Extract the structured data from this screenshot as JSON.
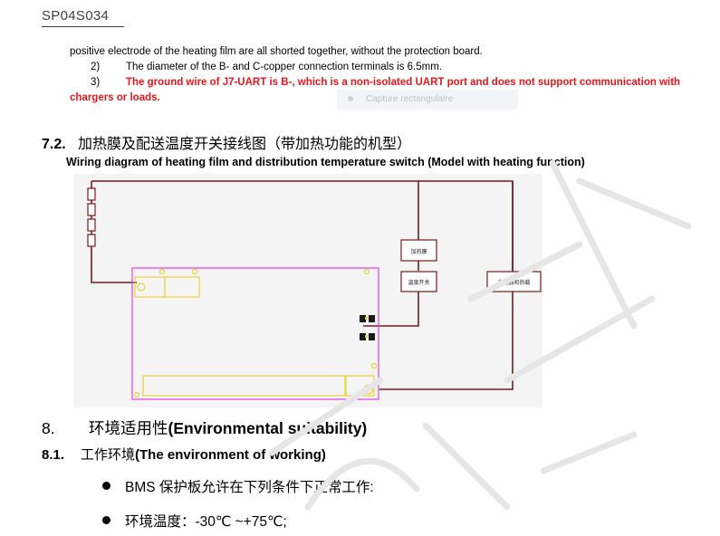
{
  "header": {
    "doc_id": "SP04S034"
  },
  "notes": {
    "line1": "positive electrode of the heating film are all shorted together, without the protection board.",
    "item2_num": "2)",
    "item2_text": "The diameter of the B- and C-copper connection terminals is 6.5mm.",
    "item3_num": "3)",
    "item3_text_a": "The ground wire of J7-UART is B-, which is a non-isolated UART port and does not support communication with",
    "item3_text_b": "chargers or loads."
  },
  "capture_popup": {
    "label": "Capture rectangulaire"
  },
  "section_7_2": {
    "number": "7.2.",
    "title_cn": "加热膜及配送温度开关接线图（带加热功能的机型）",
    "caption_en": "Wiring diagram of heating film and distribution temperature switch (Model with heating function)"
  },
  "diagram": {
    "box_heating_film": "加热膜",
    "box_temp_switch": "温度开关",
    "box_charger_heater": "充电器和热载"
  },
  "section_8": {
    "number": "8.",
    "title_cn": "环境适用性",
    "title_en": "(Environmental suitability)"
  },
  "section_8_1": {
    "number": "8.1.",
    "title_cn": "工作环境",
    "title_en": "(The environment of working)"
  },
  "bullets": [
    {
      "text": "BMS 保护板允许在下列条件下正常工作:"
    },
    {
      "text": "环境温度：-30℃ ~+75℃;"
    }
  ],
  "colors": {
    "red_note": "#e4161b",
    "wire": "#7a1a1a",
    "pcb_outline": "#e040e0",
    "pad_yellow": "#e8d23a"
  }
}
